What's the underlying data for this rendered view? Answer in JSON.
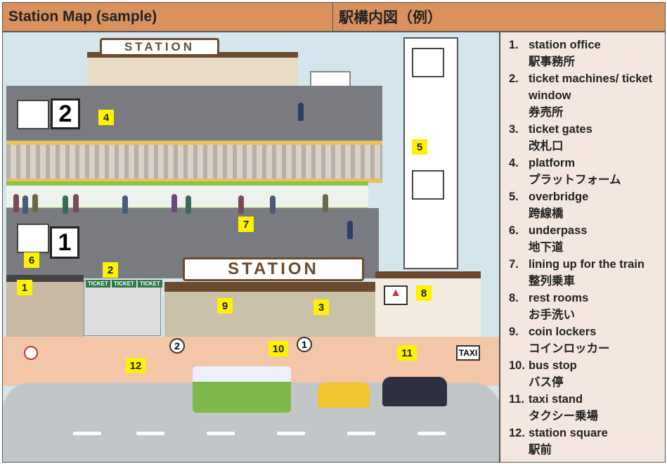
{
  "header": {
    "title_en": "Station Map (sample)",
    "title_ja": "駅構内図（例）"
  },
  "map": {
    "station_sign_top": "STATION",
    "station_sign_main": "STATION",
    "ticket_labels": [
      "TICKET",
      "TICKET",
      "TICKET"
    ],
    "taxi_sign": "TAXI",
    "platform_numbers": [
      "2",
      "1"
    ],
    "markers": [
      "1",
      "2",
      "3",
      "4",
      "5",
      "6",
      "7",
      "8",
      "9",
      "10",
      "11",
      "12"
    ],
    "circled_markers": [
      "2",
      "1"
    ]
  },
  "legend": [
    {
      "num": "1.",
      "en": "station office",
      "ja": "駅事務所"
    },
    {
      "num": "2.",
      "en": "ticket machines/ ticket window",
      "ja": "券売所"
    },
    {
      "num": "3.",
      "en": "ticket gates",
      "ja": "改札口"
    },
    {
      "num": "4.",
      "en": "platform",
      "ja": "プラットフォーム"
    },
    {
      "num": "5.",
      "en": "overbridge",
      "ja": "跨線橋"
    },
    {
      "num": "6.",
      "en": "underpass",
      "ja": "地下道"
    },
    {
      "num": "7.",
      "en": "lining up for the train",
      "ja": "整列乗車"
    },
    {
      "num": "8.",
      "en": "rest rooms",
      "ja": "お手洗い"
    },
    {
      "num": "9.",
      "en": "coin lockers",
      "ja": "コインロッカー"
    },
    {
      "num": "10.",
      "en": "bus stop",
      "ja": "バス停"
    },
    {
      "num": "11.",
      "en": "taxi stand",
      "ja": "タクシー乗場"
    },
    {
      "num": "12.",
      "en": "station square",
      "ja": "駅前"
    }
  ]
}
